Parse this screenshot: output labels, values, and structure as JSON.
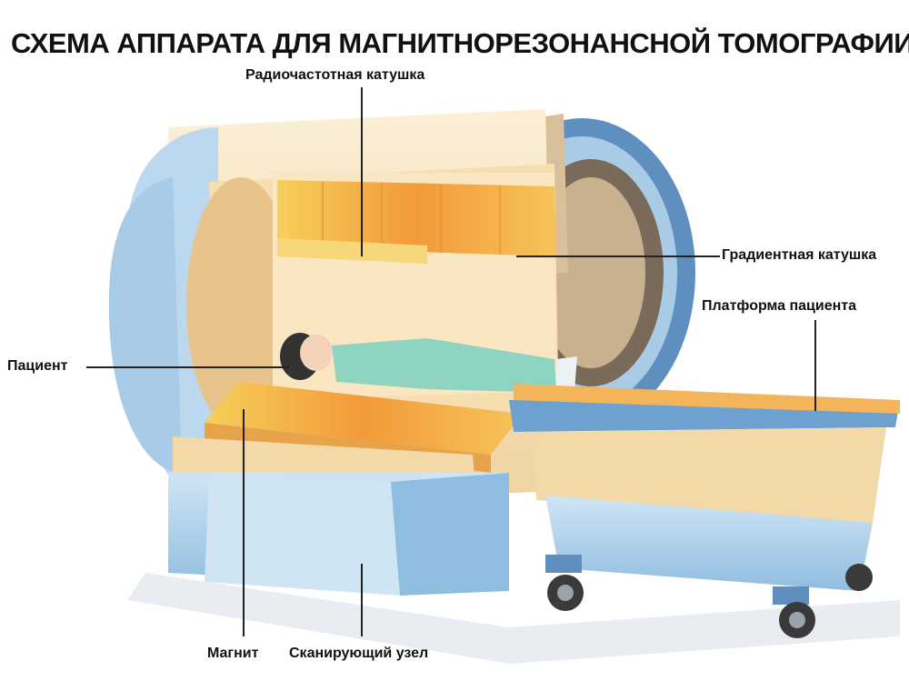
{
  "title": "СХЕМА АППАРАТА ДЛЯ МАГНИТНОРЕЗОНАНСНОЙ ТОМОГРАФИИ",
  "labels": {
    "rf_coil": "Радиочастотная катушка",
    "gradient_coil": "Градиентная катушка",
    "patient_platform": "Платформа пациента",
    "patient": "Пациент",
    "magnet": "Магнит",
    "scanning_unit": "Сканирующий узел"
  },
  "colors": {
    "housing": "#f3d9a8",
    "housing_light": "#fbefd6",
    "blue": "#9fc8e6",
    "blue_dark": "#5e8fbf",
    "coil_orange": "#f3a43a",
    "coil_yellow": "#f7cf5a",
    "patient_green": "#8fd4c0",
    "line": "#222222"
  }
}
